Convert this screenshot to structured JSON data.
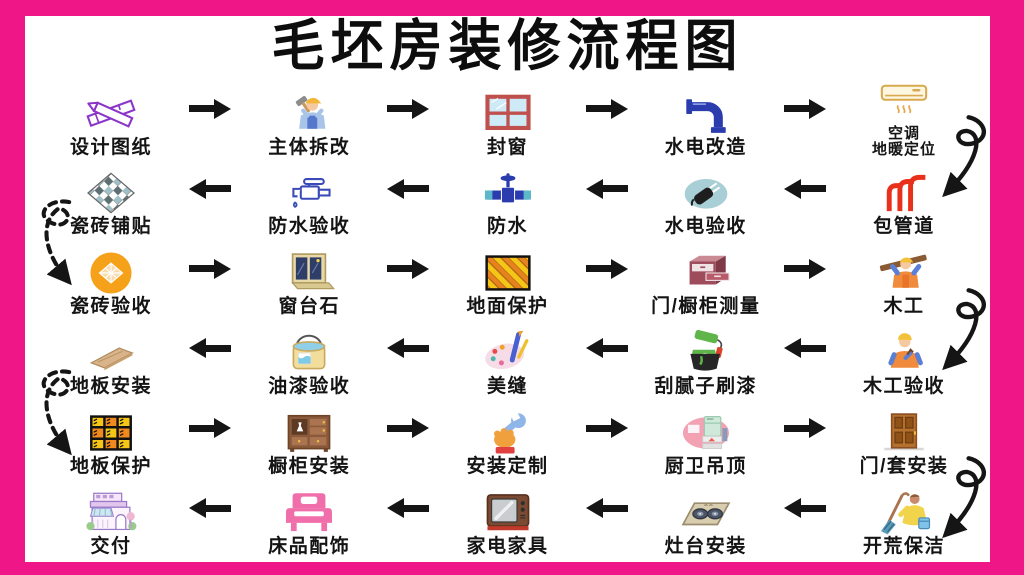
{
  "poster": {
    "title": "毛坯房装修流程图",
    "colors": {
      "border": "#EF1788",
      "background": "#FFFFFF",
      "arrow": "#151515",
      "text": "#141414"
    },
    "flow": {
      "rows": [
        {
          "direction": "right",
          "steps": [
            {
              "label": "设计图纸",
              "icon": "pencil-ruler-icon"
            },
            {
              "label": "主体拆改",
              "icon": "worker-hammer-icon"
            },
            {
              "label": "封窗",
              "icon": "sealed-window-icon"
            },
            {
              "label": "水电改造",
              "icon": "water-pipe-icon"
            },
            {
              "label": "空调\n地暖定位",
              "icon": "ac-unit-icon"
            }
          ]
        },
        {
          "direction": "left",
          "steps": [
            {
              "label": "瓷砖铺贴",
              "icon": "tile-laying-icon"
            },
            {
              "label": "防水验收",
              "icon": "faucet-check-icon"
            },
            {
              "label": "防水",
              "icon": "valve-pipe-icon"
            },
            {
              "label": "水电验收",
              "icon": "power-plug-icon"
            },
            {
              "label": "包管道",
              "icon": "red-pipes-icon"
            }
          ]
        },
        {
          "direction": "right",
          "steps": [
            {
              "label": "瓷砖验收",
              "icon": "tile-check-icon"
            },
            {
              "label": "窗台石",
              "icon": "window-sill-icon"
            },
            {
              "label": "地面保护",
              "icon": "herringbone-floor-icon"
            },
            {
              "label": "门/橱柜测量",
              "icon": "cabinet-measure-icon"
            },
            {
              "label": "木工",
              "icon": "carpenter-icon"
            }
          ]
        },
        {
          "direction": "left",
          "steps": [
            {
              "label": "地板安装",
              "icon": "wood-plank-icon"
            },
            {
              "label": "油漆验收",
              "icon": "paint-bucket-icon"
            },
            {
              "label": "美缝",
              "icon": "palette-icon"
            },
            {
              "label": "刮腻子刷漆",
              "icon": "putty-roller-icon"
            },
            {
              "label": "木工验收",
              "icon": "worker-check-icon"
            }
          ]
        },
        {
          "direction": "right",
          "steps": [
            {
              "label": "地板保护",
              "icon": "floor-grid-icon"
            },
            {
              "label": "橱柜安装",
              "icon": "cabinet-icon"
            },
            {
              "label": "安装定制",
              "icon": "wrench-hand-icon"
            },
            {
              "label": "厨卫吊顶",
              "icon": "ceiling-icon"
            },
            {
              "label": "门/套安装",
              "icon": "door-icon"
            }
          ]
        },
        {
          "direction": "left",
          "steps": [
            {
              "label": "交付",
              "icon": "house-icon"
            },
            {
              "label": "床品配饰",
              "icon": "bed-icon"
            },
            {
              "label": "家电家具",
              "icon": "tv-icon"
            },
            {
              "label": "灶台安装",
              "icon": "stove-icon"
            },
            {
              "label": "开荒保洁",
              "icon": "cleaner-icon"
            }
          ]
        }
      ],
      "connectors": [
        {
          "side": "right",
          "style": "solid",
          "from": "空调地暖定位",
          "to": "包管道"
        },
        {
          "side": "left",
          "style": "dashed",
          "from": "瓷砖铺贴",
          "to": "瓷砖验收"
        },
        {
          "side": "right",
          "style": "solid",
          "from": "木工",
          "to": "木工验收"
        },
        {
          "side": "left",
          "style": "dashed",
          "from": "地板安装",
          "to": "地板保护"
        },
        {
          "side": "right",
          "style": "solid",
          "from": "门/套安装",
          "to": "开荒保洁"
        }
      ]
    }
  }
}
